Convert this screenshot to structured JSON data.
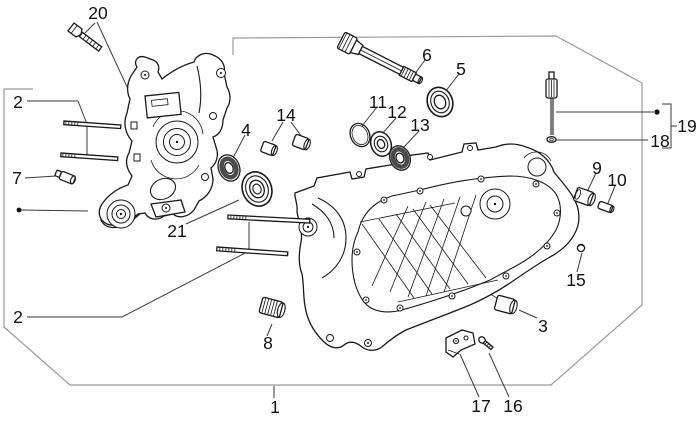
{
  "figure": {
    "callouts": {
      "c1": "1",
      "c2a": "2",
      "c2b": "2",
      "c3": "3",
      "c4": "4",
      "c5": "5",
      "c6": "6",
      "c7": "7",
      "c8": "8",
      "c9": "9",
      "c10": "10",
      "c11": "11",
      "c12": "12",
      "c13": "13",
      "c14": "14",
      "c15": "15",
      "c16": "16",
      "c17": "17",
      "c18": "18",
      "c19": "19",
      "c20": "20",
      "c21": "21"
    },
    "colors": {
      "background": "#ffffff",
      "drawing_line": "#1a1a1a",
      "frame_border": "#999999",
      "leader_line": "#3a3a3a",
      "label_text": "#111111",
      "seal_band": "#4a4a4a"
    }
  }
}
